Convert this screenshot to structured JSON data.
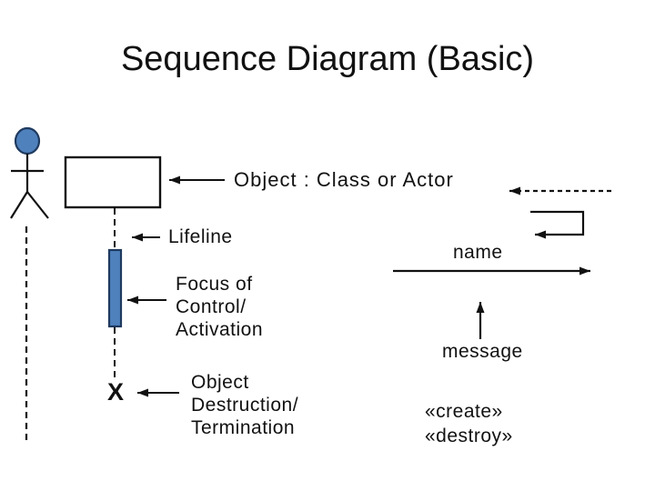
{
  "slide_title": "Sequence Diagram (Basic)",
  "colors": {
    "background": "#ffffff",
    "ink": "#111111",
    "accent_blue": "#4f81bd",
    "shape_outline": "#1f3a5f"
  },
  "legend": {
    "object_label": "Object : Class or Actor",
    "lifeline_label": "Lifeline",
    "focus_label_lines": [
      "Focus of",
      "Control/",
      "Activation"
    ],
    "destruction_label_lines": [
      "Object",
      "Destruction/",
      "Termination"
    ],
    "destruction_marker": "X"
  },
  "message_notation": {
    "name_label": "name",
    "message_label": "message",
    "create_stereotype": "«create»",
    "destroy_stereotype": "«destroy»"
  }
}
